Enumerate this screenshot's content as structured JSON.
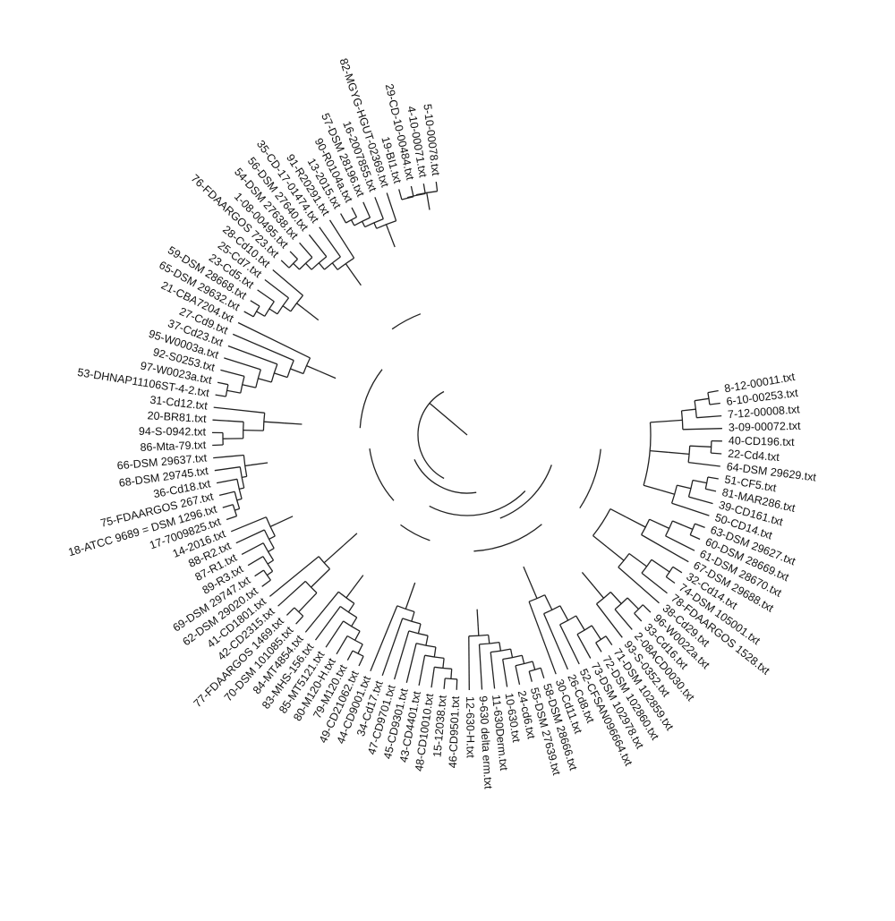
{
  "figure": {
    "type": "circular-dendrogram",
    "line_color": "#222222",
    "background": "#ffffff"
  },
  "leaves": [
    "8-12-00011.txt",
    "6-10-00253.txt",
    "7-12-00008.txt",
    "3-09-00072.txt",
    "40-CD196.txt",
    "22-Cd4.txt",
    "64-DSM 29629.txt",
    "51-CF5.txt",
    "81-MAR286.txt",
    "39-CD161.txt",
    "50-CD14.txt",
    "63-DSM 29627.txt",
    "60-DSM 28669.txt",
    "61-DSM 28670.txt",
    "67-DSM 29688.txt",
    "32-Cd14.txt",
    "74-DSM 105001.txt",
    "78-FDAARGOS 1528.txt",
    "38-Cd29.txt",
    "96-W0022a.txt",
    "33-Cd16.txt",
    "2-08ACD0030.txt",
    "93-S-0352.txt",
    "71-DSM 102859.txt",
    "72-DSM 102860.txt",
    "73-DSM 102978.txt",
    "52-CFSAN096664.txt",
    "26-Cd8.txt",
    "30-Cd11.txt",
    "58-DSM 28666.txt",
    "55-DSM 27639.txt",
    "24-cd6.txt",
    "10-630.txt",
    "11-630Derm.txt",
    "9-630 delta erm.txt",
    "12-630-H.txt",
    "46-CD9501.txt",
    "15-12038.txt",
    "48-CD10010.txt",
    "43-CD4401.txt",
    "45-CD9301.txt",
    "47-CD9701.txt",
    "34-Cd17.txt",
    "44-CD9001.txt",
    "49-CD21062.txt",
    "79-M120.txt",
    "80-M120-H.txt",
    "85-MT5121.txt",
    "83-MHS-156.txt",
    "84-MT4854.txt",
    "70-DSM 101085.txt",
    "77-FDAARGOS 1469.txt",
    "42-CD2315.txt",
    "41-CD1801.txt",
    "62-DSM 29020.txt",
    "69-DSM 29747.txt",
    "89-R3.txt",
    "87-R1.txt",
    "88-R2.txt",
    "14-2016.txt",
    "17-7009825.txt",
    "18-ATCC 9689 = DSM 1296.txt",
    "75-FDAARGOS 267.txt",
    "36-Cd18.txt",
    "68-DSM 29745.txt",
    "66-DSM 29637.txt",
    "86-Mta-79.txt",
    "94-S-0942.txt",
    "20-BR81.txt",
    "31-Cd12.txt",
    "53-DHNAP11106ST-4-2.txt",
    "97-W0023a.txt",
    "92-S0253.txt",
    "95-W0003a.txt",
    "37-Cd23.txt",
    "27-Cd9.txt",
    "21-CBA7204.txt",
    "65-DSM 29632.txt",
    "59-DSM 28668.txt",
    "23-Cd5.txt",
    "25-Cd7.txt",
    "28-Cd10.txt",
    "76-FDAARGOS 723.txt",
    "1-08-00495.txt",
    "54-DSM 27638.txt",
    "56-DSM 27640.txt",
    "35-CD-17-01474.txt",
    "91-R20291.txt",
    "13-2015.txt",
    "90-R0104a.txt",
    "57-DSM 28196.txt",
    "16-2007855.txt",
    "82-MGYG-HGUT-02369.txt",
    "19-BI1.txt",
    "29-CD-10-00484.txt",
    "4-10-00071.txt",
    "5-10-00078.txt"
  ]
}
